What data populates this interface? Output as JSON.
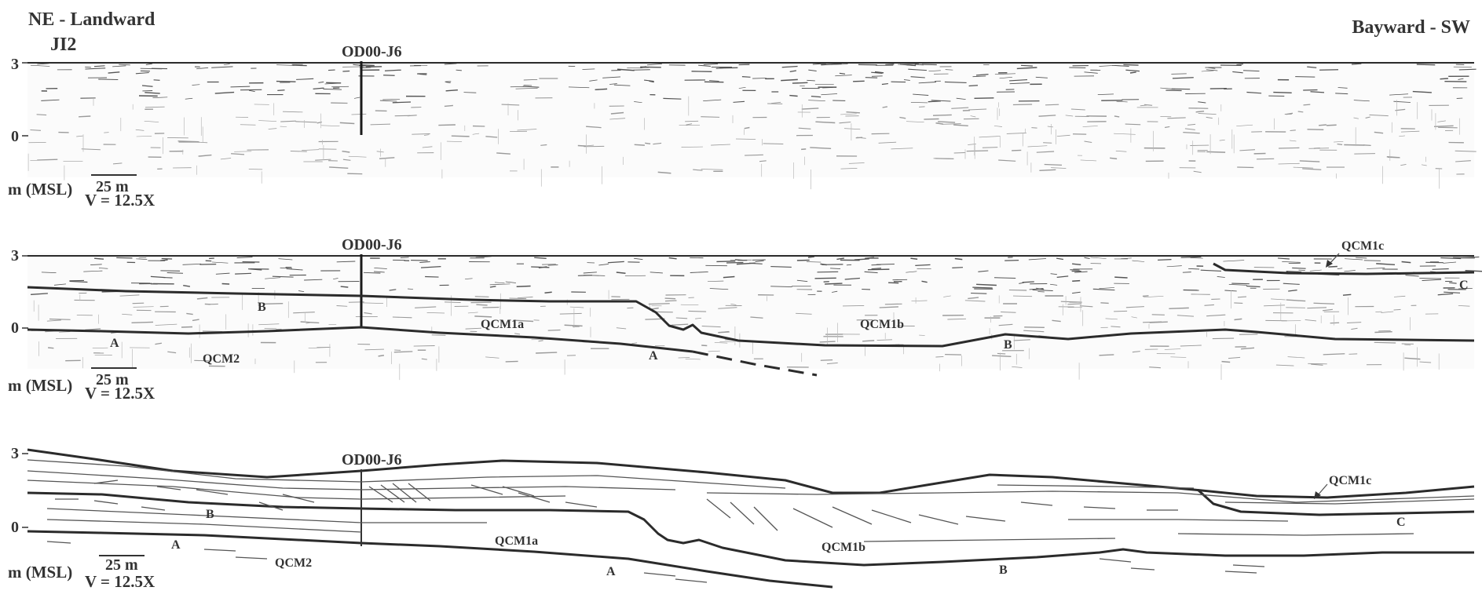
{
  "header": {
    "left_title": "NE - Landward",
    "right_title": "Bayward - SW",
    "profile_id": "JI2"
  },
  "panels": [
    {
      "id": "top",
      "marker": "OD00-J6",
      "ticks": [
        "3",
        "0"
      ],
      "unit": "m (MSL)",
      "scale_bar": "25 m",
      "exaggeration": "V = 12.5X",
      "labels": []
    },
    {
      "id": "middle",
      "marker": "OD00-J6",
      "ticks": [
        "3",
        "0"
      ],
      "unit": "m (MSL)",
      "scale_bar": "25 m",
      "exaggeration": "V = 12.5X",
      "labels": [
        "B",
        "A",
        "QCM2",
        "QCM1a",
        "A",
        "QCM1b",
        "B",
        "QCM1c",
        "C"
      ]
    },
    {
      "id": "bottom",
      "marker": "OD00-J6",
      "ticks": [
        "3",
        "0"
      ],
      "unit": "m (MSL)",
      "scale_bar": "25 m",
      "exaggeration": "V = 12.5X",
      "labels": [
        "B",
        "A",
        "QCM2",
        "QCM1a",
        "A",
        "QCM1b",
        "B",
        "QCM1c",
        "C"
      ]
    }
  ],
  "colors": {
    "ink": "#2b2b2b",
    "text": "#333333",
    "noise": "#9a9a9a"
  }
}
